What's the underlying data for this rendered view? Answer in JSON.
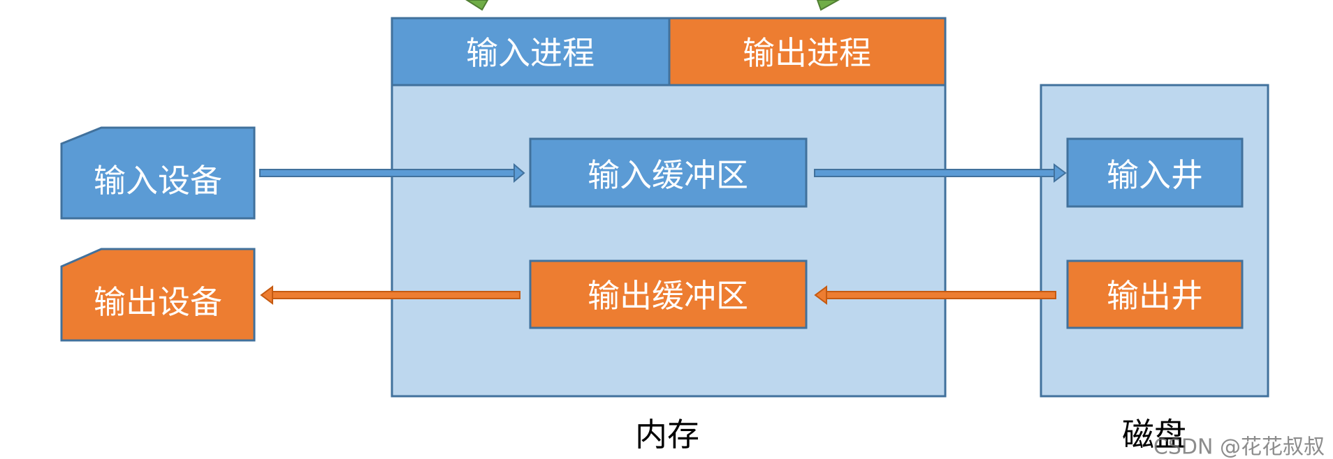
{
  "colors": {
    "blue": "#5B9BD5",
    "orange": "#ED7D31",
    "light_blue": "#BDD7EE",
    "green": "#70AD47",
    "border": "#41719C"
  },
  "memory": {
    "caption": "内存",
    "input_process": "输入进程",
    "output_process": "输出进程",
    "input_buffer": "输入缓冲区",
    "output_buffer": "输出缓冲区"
  },
  "disk": {
    "caption": "磁盘",
    "input_well": "输入井",
    "output_well": "输出井"
  },
  "devices": {
    "input_device": "输入设备",
    "output_device": "输出设备"
  },
  "watermark": "CSDN @花花叔叔"
}
